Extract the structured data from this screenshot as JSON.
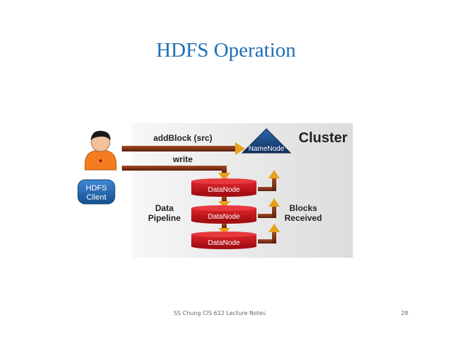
{
  "slide": {
    "title": "HDFS Operation",
    "footer": "SS Chung CIS 612 Lecture Notes",
    "page_number": "28"
  },
  "diagram": {
    "cluster_label": "Cluster",
    "client_label_line1": "HDFS",
    "client_label_line2": "Client",
    "arrow_addblock_label": "addBlock (src)",
    "arrow_write_label": "write",
    "namenode_label": "NameNode",
    "datanode_labels": [
      "DataNode",
      "DataNode",
      "DataNode"
    ],
    "pipeline_label_line1": "Data",
    "pipeline_label_line2": "Pipeline",
    "blocks_label_line1": "Blocks",
    "blocks_label_line2": "Received",
    "colors": {
      "arrow": "#7a2c12",
      "arrow_head": "#e8a11d",
      "datanode": "#c8141a",
      "namenode": "#163d6e",
      "client_badge": "#1e64b4",
      "person_body": "#f47d20",
      "cluster_bg": "#e9e9e9"
    }
  }
}
